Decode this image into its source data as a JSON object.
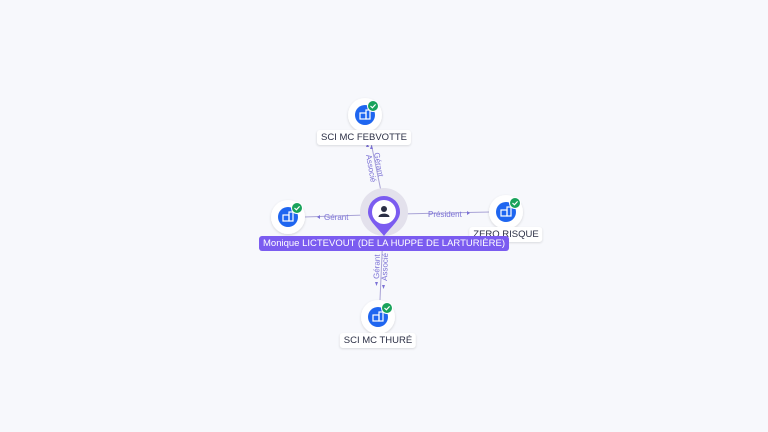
{
  "colors": {
    "accent": "#7b5cf0",
    "company_icon": "#1f66f0",
    "check_badge": "#19a35b",
    "edge": "#a9a3d6"
  },
  "person": {
    "name": "Monique LICTEVOUT (DE LA HUPPE DE LARTURIÈRE)",
    "icon": "user-icon"
  },
  "companies": [
    {
      "label": "SCI MC FEBVOTTE",
      "icon": "building-icon",
      "verified": true
    },
    {
      "label": "ZERO RISQUE",
      "icon": "building-icon",
      "verified": true
    },
    {
      "label": "SCI MC THURÉ",
      "icon": "building-icon",
      "verified": true
    },
    {
      "label": "",
      "icon": "building-icon",
      "verified": true
    }
  ],
  "relations": {
    "top_1": "Gérant",
    "top_2": "Associé",
    "right": "Président",
    "bottom_1": "Gérant",
    "bottom_2": "Associé",
    "left": "Gérant"
  }
}
